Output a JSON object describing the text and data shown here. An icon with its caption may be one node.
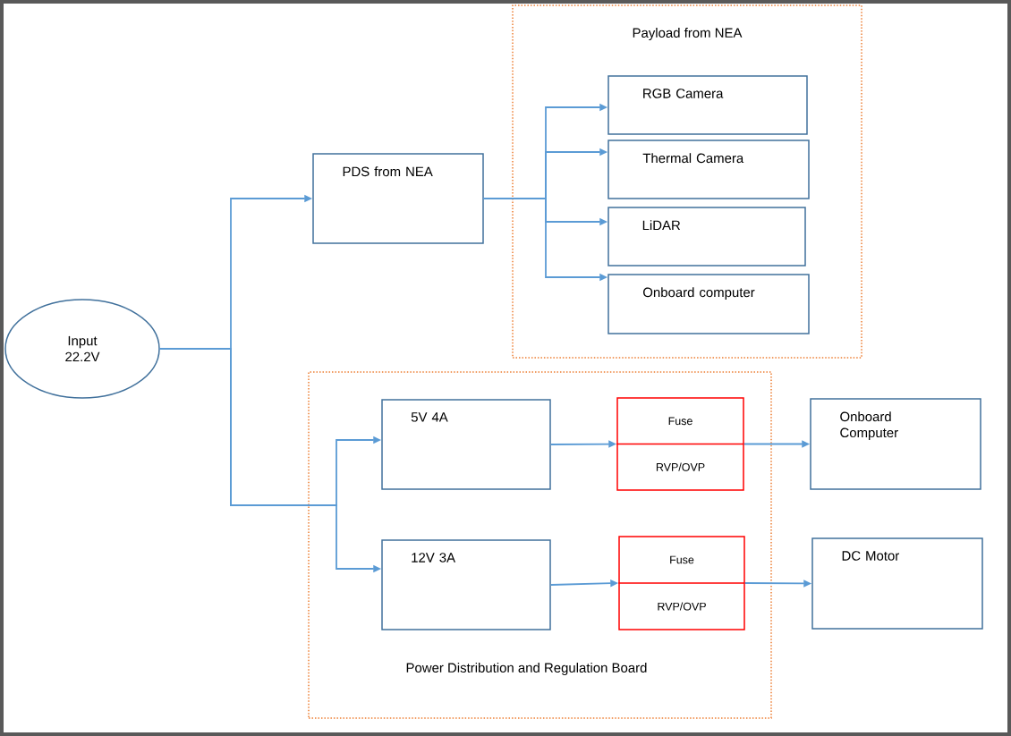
{
  "diagram": {
    "nodes": [
      {
        "text": [
          "Input 22.2V"
        ]
      },
      {
        "text": [
          "PDS from NEA"
        ]
      },
      {
        "text": [
          "Payload from NEA"
        ]
      },
      {
        "text": [
          "RGB Camera"
        ],
        "in": 2
      },
      {
        "text": [
          "Thermal Camera"
        ],
        "in": 2
      },
      {
        "text": [
          "LiDAR"
        ],
        "in": 2
      },
      {
        "text": [
          "Onboard computer"
        ],
        "in": 2
      },
      {
        "text": [
          "Power Distribution and Regulation Board"
        ]
      },
      {
        "text": [
          "5V 4A"
        ],
        "in": 7
      },
      {
        "text": [
          "12V 3A"
        ],
        "in": 7
      },
      {
        "text": [
          "Fuse",
          "RVP/OVP"
        ],
        "in": 7
      },
      {
        "text": [
          "Fuse",
          "RVP/OVP"
        ],
        "in": 7
      },
      {
        "text": [
          "Onboard Computer"
        ]
      },
      {
        "text": [
          "DC Motor"
        ]
      }
    ],
    "edges": [
      {
        "from": 0,
        "to": 1,
        "arrow": "to"
      },
      {
        "from": 0,
        "to": 8,
        "arrow": "to"
      },
      {
        "from": 0,
        "to": 9,
        "arrow": "to"
      },
      {
        "from": 1,
        "to": 3,
        "arrow": "to"
      },
      {
        "from": 1,
        "to": 4,
        "arrow": "to"
      },
      {
        "from": 1,
        "to": 5,
        "arrow": "to"
      },
      {
        "from": 1,
        "to": 6,
        "arrow": "to"
      },
      {
        "from": 8,
        "to": 10,
        "arrow": "to"
      },
      {
        "from": 9,
        "to": 11,
        "arrow": "to"
      },
      {
        "from": 10,
        "to": 12,
        "arrow": "to"
      },
      {
        "from": 11,
        "to": 13,
        "arrow": "to"
      }
    ]
  }
}
